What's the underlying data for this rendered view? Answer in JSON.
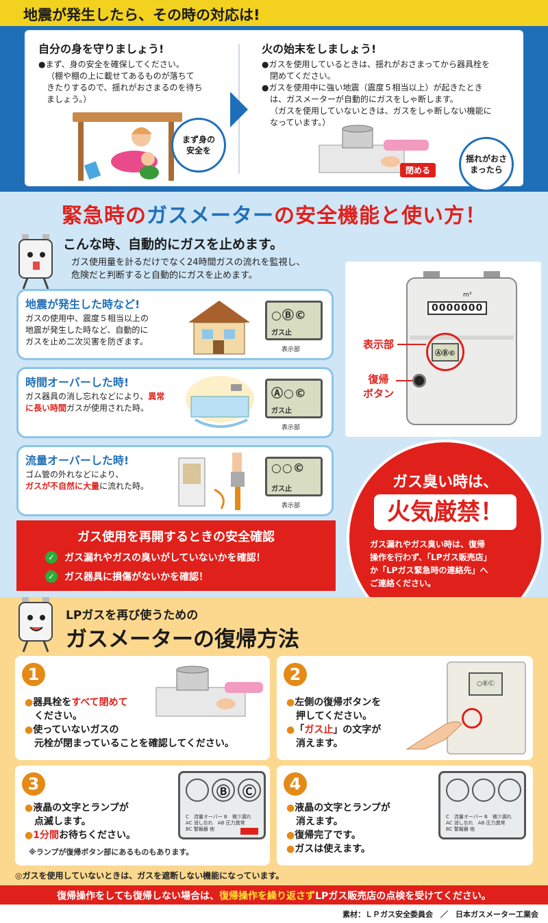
{
  "top": {
    "title": "地震が発生したら、その時の対応は!",
    "left": {
      "heading": "自分の身を守りましょう!",
      "bullet": "●まず、身の安全を確保してください。",
      "paren1": "（棚や棚の上に載せてあるものが落ちて",
      "paren2": "きたりするので、揺れがおさまるのを待ち",
      "paren3": "ましょう。）",
      "badge1": "まず身の",
      "badge2": "安全を"
    },
    "right": {
      "heading": "火の始末をしましょう!",
      "b1a": "●ガスを使用しているときは、揺れがおさまってから器具栓を",
      "b1b": "閉めてください。",
      "b2a": "●ガスを使用中に強い地震（震度５相当以上）が起きたとき",
      "b2b": "は、ガスメーターが自動的にガスをしゃ断します。",
      "p1": "（ガスを使用していないときは、ガスをしゃ断しない機能に",
      "p2": "なっています。）",
      "close_label": "閉める",
      "badge1": "揺れがおさ",
      "badge2": "まったら"
    }
  },
  "mid": {
    "title_a": "緊急時の",
    "title_b": "ガスメーター",
    "title_c": "の安全機能と使い方！",
    "auto_heading": "こんな時、自動的にガスを止めます。",
    "auto_desc1": "ガス使用量を計るだけでなく24時間ガスの流れを監視し、",
    "auto_desc2": "危険だと判断すると自動的にガスを止めます。",
    "cards": [
      {
        "title": "地震が発生した時など!",
        "l1": "ガスの使用中、震度５相当以上の",
        "l2": "地震が発生した時など、自動的に",
        "l3": "ガスを止め二次災害を防ぎます。",
        "lamps": "○Ⓑ©",
        "stop": "ガス止",
        "cap": "表示部"
      },
      {
        "title": "時間オーバーした時!",
        "l1a": "ガス器具の消し忘れなどにより、",
        "l1b": "異常",
        "l2a": "に長い時間",
        "l2b": "ガスが使用された時。",
        "lamps": "Ⓐ○©",
        "stop": "ガス止",
        "cap": "表示部"
      },
      {
        "title": "流量オーバーした時!",
        "l1": "ゴム管の外れなどにより、",
        "l2a": "ガスが不自然に大量",
        "l2b": "に流れた時。",
        "lamps": "○○©",
        "stop": "ガス止",
        "cap": "表示部"
      }
    ],
    "meter": {
      "counter": "0000000",
      "unit": "m³",
      "lamps": "ⒶⒷ©",
      "display_label": "表示部",
      "reset_label1": "復帰",
      "reset_label2": "ボタン"
    },
    "safety": {
      "title": "ガス使用を再開するときの安全確認",
      "c1": "ガス漏れやガスの臭いがしていないかを確認！",
      "c2": "ガス器具に損傷がないかを確認！"
    },
    "smell": {
      "t1": "ガス臭い時は、",
      "t2": "火気厳禁！",
      "d1": "ガス漏れやガス臭い時は、復帰",
      "d2": "操作を行わず、「LPガス販売店」",
      "d3": "か「LPガス緊急時の連絡先」へ",
      "d4": "ご連絡ください。"
    }
  },
  "bottom": {
    "sub": "LPガスを再び使うための",
    "heading": "ガスメーターの復帰方法",
    "s1": {
      "num": "1",
      "a1": "器具栓を",
      "a2": "すべて閉めて",
      "a3": "ください。",
      "b1": "使っていないガスの",
      "b2": "元栓が閉まっていることを確認してください。"
    },
    "s2": {
      "num": "2",
      "a1": "左側の復帰ボタンを",
      "a2": "押してください。",
      "b1": "「",
      "b2": "ガス止",
      "b3": "」の文字が",
      "b4": "消えます。"
    },
    "s3": {
      "num": "3",
      "a1": "液晶の文字とランプが",
      "a2": "点滅します。",
      "b1": "1分間",
      "b2": "お待ちください。",
      "note": "※ランプが復帰ボタン部にあるものもあります。"
    },
    "s4": {
      "num": "4",
      "a1": "液晶の文字とランプが",
      "a2": "消えます。",
      "b1": "復帰完了です。",
      "c1": "ガスは使えます。"
    },
    "lcd": {
      "r1": "C　流量オーバー B　微少漏れ",
      "r2": "AC 消し忘れ　AB 圧力異常",
      "r3": "BC 警報器 他"
    },
    "footnote": "◎ガスを使用していないときは、ガスを遮断しない機能になっています。",
    "warn_a": "復帰操作をしても復帰しない場合は、",
    "warn_b": "復帰操作を繰り返さず",
    "warn_c": "LPガス販売店の点検を受けてください。",
    "credit": "素材：ＬＰガス安全委員会　／　日本ガスメーター工業会"
  },
  "colors": {
    "blue": "#1f6fb8",
    "red": "#e0201b",
    "yellow": "#f2d21f",
    "orange": "#e58a17"
  }
}
